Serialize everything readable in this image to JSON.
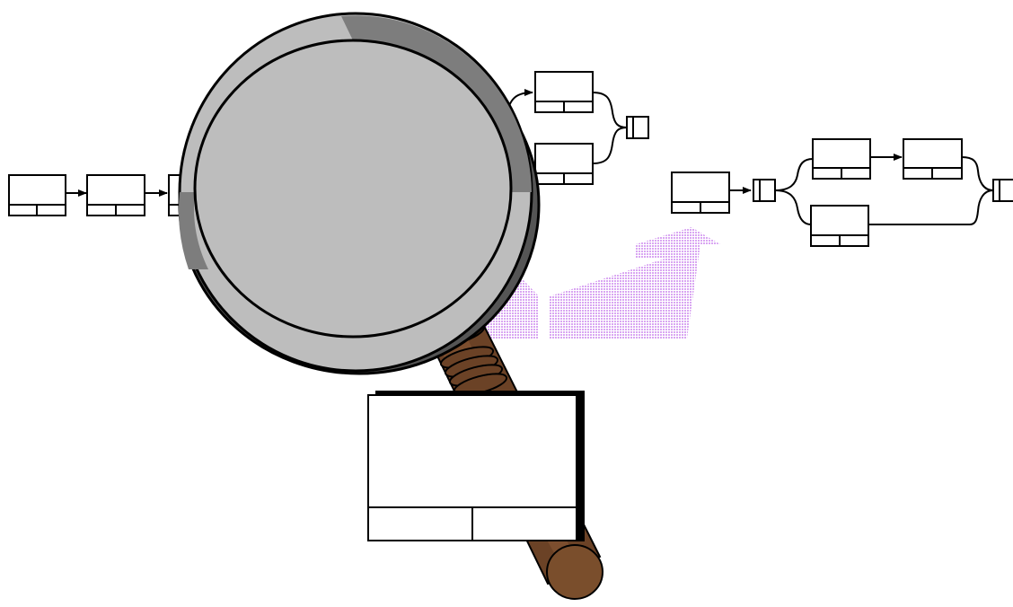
{
  "figure": {
    "caption": ""
  },
  "colors": {
    "background": "#ffffff",
    "node_stroke": "#000000",
    "arrow_fill": "#d9a6f2",
    "lens_rim_light": "#c8c8c8",
    "lens_rim_dark": "#7a7a7a",
    "handle": "#6b4226",
    "handle_dark": "#3e2410",
    "handle_light": "#8a5a34"
  },
  "diagrams": {
    "left": {
      "description_type": "sequential-chain",
      "node_count": 4,
      "node_labels": [
        "",
        "",
        "",
        ""
      ]
    },
    "middle": {
      "description_type": "chain-with-branch",
      "node_count": 4,
      "junction_count": 2,
      "node_labels": [
        "",
        "",
        "",
        ""
      ]
    },
    "right": {
      "description_type": "chain-with-parallel-branch",
      "node_count": 4,
      "junction_count": 2,
      "node_labels": [
        "",
        "",
        "",
        ""
      ]
    }
  },
  "icons": {
    "magnifier": "magnifying-glass-icon",
    "zoomed_node": "zoomed-node-icon"
  }
}
